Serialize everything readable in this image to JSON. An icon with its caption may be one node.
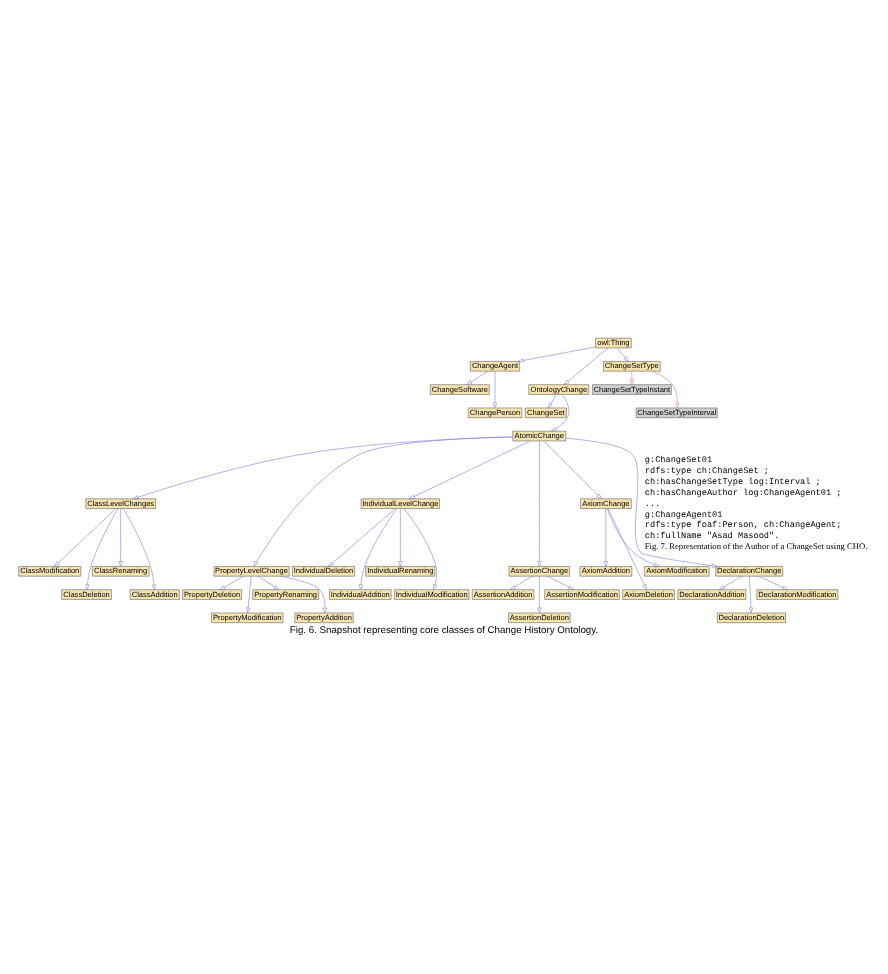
{
  "diagram": {
    "caption": "Fig. 6. Snapshot representing core classes of Change History Ontology.",
    "nodes": [
      {
        "text": [
          "owl:Thing"
        ]
      },
      {
        "text": [
          "ChangeAgent"
        ]
      },
      {
        "text": [
          "OntologyChange"
        ]
      },
      {
        "text": [
          "ChangeSetType"
        ]
      },
      {
        "text": [
          "ChangeSoftware"
        ]
      },
      {
        "text": [
          "ChangePerson"
        ]
      },
      {
        "text": [
          "ChangeSet"
        ]
      },
      {
        "text": [
          "ChangeSetTypeInstant"
        ]
      },
      {
        "text": [
          "ChangeSetTypeInterval"
        ]
      },
      {
        "text": [
          "AtomicChange"
        ]
      },
      {
        "text": [
          "ClassLevelChanges"
        ]
      },
      {
        "text": [
          "PropertyLevelChange"
        ]
      },
      {
        "text": [
          "IndividualLevelChange"
        ]
      },
      {
        "text": [
          "AssertionChange"
        ]
      },
      {
        "text": [
          "AxiomChange"
        ]
      },
      {
        "text": [
          "DeclarationChange"
        ]
      },
      {
        "text": [
          "ClassModification"
        ]
      },
      {
        "text": [
          "ClassDeletion"
        ]
      },
      {
        "text": [
          "ClassRenaming"
        ]
      },
      {
        "text": [
          "ClassAddition"
        ]
      },
      {
        "text": [
          "PropertyDeletion"
        ]
      },
      {
        "text": [
          "PropertyModification"
        ]
      },
      {
        "text": [
          "PropertyRenaming"
        ]
      },
      {
        "text": [
          "PropertyAddition"
        ]
      },
      {
        "text": [
          "IndividualDeletion"
        ]
      },
      {
        "text": [
          "IndividualAddition"
        ]
      },
      {
        "text": [
          "IndividualRenaming"
        ]
      },
      {
        "text": [
          "IndividualModification"
        ]
      },
      {
        "text": [
          "AssertionAddition"
        ]
      },
      {
        "text": [
          "AssertionDeletion"
        ]
      },
      {
        "text": [
          "AssertionModification"
        ]
      },
      {
        "text": [
          "AxiomAddition"
        ]
      },
      {
        "text": [
          "AxiomDeletion"
        ]
      },
      {
        "text": [
          "AxiomModification"
        ]
      },
      {
        "text": [
          "DeclarationAddition"
        ]
      },
      {
        "text": [
          "DeclarationDeletion"
        ]
      },
      {
        "text": [
          "DeclarationModification"
        ]
      }
    ],
    "edges": [
      {
        "from": 0,
        "to": 1,
        "arrow": "to"
      },
      {
        "from": 0,
        "to": 2,
        "arrow": "to"
      },
      {
        "from": 0,
        "to": 3,
        "arrow": "to"
      },
      {
        "from": 1,
        "to": 4,
        "arrow": "to"
      },
      {
        "from": 1,
        "to": 5,
        "arrow": "to"
      },
      {
        "from": 2,
        "to": 6,
        "arrow": "to"
      },
      {
        "from": 3,
        "to": 7,
        "arrow": "to",
        "color": "#e07070"
      },
      {
        "from": 3,
        "to": 8,
        "arrow": "to",
        "color": "#e07070"
      },
      {
        "from": 2,
        "to": 9,
        "arrow": "to"
      },
      {
        "from": 9,
        "to": 10,
        "arrow": "to"
      },
      {
        "from": 9,
        "to": 11,
        "arrow": "to"
      },
      {
        "from": 9,
        "to": 12,
        "arrow": "to"
      },
      {
        "from": 9,
        "to": 13,
        "arrow": "to"
      },
      {
        "from": 9,
        "to": 14,
        "arrow": "to"
      },
      {
        "from": 9,
        "to": 15,
        "arrow": "to"
      },
      {
        "from": 10,
        "to": 16,
        "arrow": "to"
      },
      {
        "from": 10,
        "to": 17,
        "arrow": "to"
      },
      {
        "from": 10,
        "to": 18,
        "arrow": "to"
      },
      {
        "from": 10,
        "to": 19,
        "arrow": "to"
      },
      {
        "from": 11,
        "to": 20,
        "arrow": "to"
      },
      {
        "from": 11,
        "to": 21,
        "arrow": "to"
      },
      {
        "from": 11,
        "to": 22,
        "arrow": "to"
      },
      {
        "from": 11,
        "to": 23,
        "arrow": "to"
      },
      {
        "from": 12,
        "to": 24,
        "arrow": "to"
      },
      {
        "from": 12,
        "to": 25,
        "arrow": "to"
      },
      {
        "from": 12,
        "to": 26,
        "arrow": "to"
      },
      {
        "from": 12,
        "to": 27,
        "arrow": "to"
      },
      {
        "from": 13,
        "to": 28,
        "arrow": "to"
      },
      {
        "from": 13,
        "to": 29,
        "arrow": "to"
      },
      {
        "from": 13,
        "to": 30,
        "arrow": "to"
      },
      {
        "from": 14,
        "to": 31,
        "arrow": "to"
      },
      {
        "from": 14,
        "to": 32,
        "arrow": "to"
      },
      {
        "from": 14,
        "to": 33,
        "arrow": "to"
      },
      {
        "from": 15,
        "to": 34,
        "arrow": "to"
      },
      {
        "from": 15,
        "to": 35,
        "arrow": "to"
      },
      {
        "from": 15,
        "to": 36,
        "arrow": "to"
      }
    ],
    "labels": [
      "g:ChangeSet01",
      "rdfs:type ch:ChangeSet ;",
      "ch:hasChangeSetType log:Interval ;",
      "ch:hasChangeAuthor log:ChangeAgent01 ;",
      "...",
      "g:ChangeAgent01",
      "rdfs:type foaf:Person, ch:ChangeAgent;",
      "ch:fullName \"Asad Masood\".",
      "Fig. 7. Representation of the Author of a ChangeSet using CHO."
    ]
  }
}
